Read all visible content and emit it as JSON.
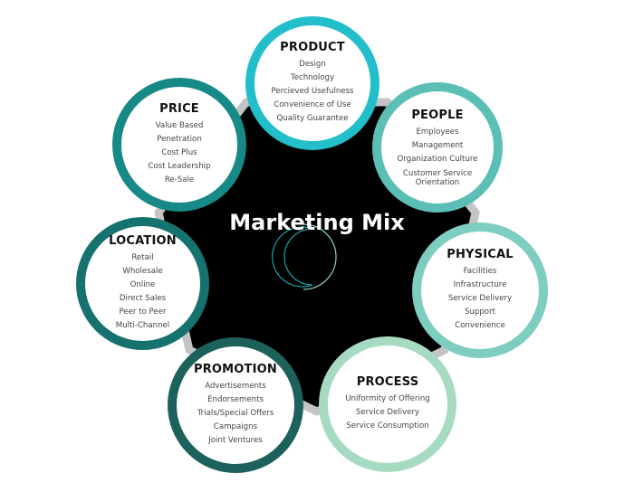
{
  "title": "Marketing Mix",
  "colors": {
    "hub": "#000000",
    "hub_border": "#c4c4c4",
    "product": "#22bfcb",
    "people": "#5cbfb5",
    "physical": "#7fcdc1",
    "process": "#a7dbc1",
    "promotion": "#1d615c",
    "location": "#15726e",
    "price": "#178986"
  },
  "segments": [
    {
      "key": "product",
      "title": "PRODUCT",
      "items": [
        "Design",
        "Technology",
        "Percieved Usefulness",
        "Convenience of Use",
        "Quality Guarantee"
      ]
    },
    {
      "key": "people",
      "title": "PEOPLE",
      "items": [
        "Employees",
        "Management",
        "Organization Culture",
        "Customer Service Orientation"
      ]
    },
    {
      "key": "physical",
      "title": "PHYSICAL",
      "items": [
        "Facilities",
        "Infrastructure",
        "Service Delivery",
        "Support",
        "Convenience"
      ]
    },
    {
      "key": "process",
      "title": "PROCESS",
      "items": [
        "Uniformity of Offering",
        "Service Delivery",
        "Service Consumption"
      ]
    },
    {
      "key": "promotion",
      "title": "PROMOTION",
      "items": [
        "Advertisements",
        "Endorsements",
        "Trials/Special Offers",
        "Campaigns",
        "Joint Ventures"
      ]
    },
    {
      "key": "location",
      "title": "LOCATION",
      "items": [
        "Retail",
        "Wholesale",
        "Online",
        "Direct Sales",
        "Peer to Peer",
        "Multi-Channel"
      ]
    },
    {
      "key": "price",
      "title": "PRICE",
      "items": [
        "Value Based",
        "Penetration",
        "Cost Plus",
        "Cost Leadership",
        "Re-Sale"
      ]
    }
  ]
}
